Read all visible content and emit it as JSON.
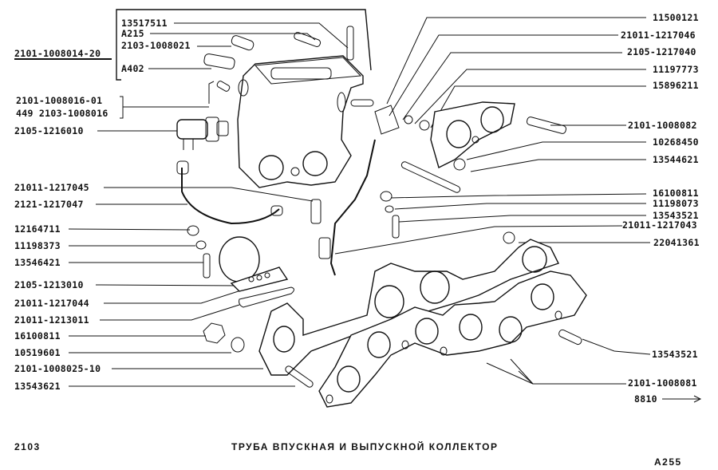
{
  "diagram": {
    "title": "ТРУБА ВПУСКНАЯ И ВЫПУСКНОЙ КОЛЛЕКТОР",
    "model": "2103",
    "sheet_code": "A255",
    "continuation": "8810",
    "left_labels": [
      {
        "id": "assembly",
        "text": "2101-1008014-20"
      },
      {
        "id": "box1",
        "text": "13517511"
      },
      {
        "id": "box2",
        "text": "A215"
      },
      {
        "id": "box3",
        "text": "2103-1008021"
      },
      {
        "id": "box4",
        "text": "A402"
      },
      {
        "id": "pipe1",
        "text": "2101-1008016-01"
      },
      {
        "id": "pipe2",
        "text": "449 2103-1008016"
      },
      {
        "id": "sensor",
        "text": "2105-1216010"
      },
      {
        "id": "l1",
        "text": "21011-1217045"
      },
      {
        "id": "l2",
        "text": "2121-1217047"
      },
      {
        "id": "l3",
        "text": "12164711"
      },
      {
        "id": "l4",
        "text": "11198373"
      },
      {
        "id": "l5",
        "text": "13546421"
      },
      {
        "id": "l6",
        "text": "2105-1213010"
      },
      {
        "id": "l7",
        "text": "21011-1217044"
      },
      {
        "id": "l8",
        "text": "21011-1213011"
      },
      {
        "id": "l9",
        "text": "16100811"
      },
      {
        "id": "l10",
        "text": "10519601"
      },
      {
        "id": "l11",
        "text": "2101-1008025-10"
      },
      {
        "id": "l12",
        "text": "13543621"
      }
    ],
    "right_labels": [
      {
        "id": "r1",
        "text": "11500121"
      },
      {
        "id": "r2",
        "text": "21011-1217046"
      },
      {
        "id": "r3",
        "text": "2105-1217040"
      },
      {
        "id": "r4",
        "text": "11197773"
      },
      {
        "id": "r5",
        "text": "15896211"
      },
      {
        "id": "r6",
        "text": "2101-1008082"
      },
      {
        "id": "r7",
        "text": "10268450"
      },
      {
        "id": "r8",
        "text": "13544621"
      },
      {
        "id": "r9",
        "text": "16100811"
      },
      {
        "id": "r10",
        "text": "11198073"
      },
      {
        "id": "r11",
        "text": "13543521"
      },
      {
        "id": "r12",
        "text": "21011-1217043"
      },
      {
        "id": "r13",
        "text": "22041361"
      },
      {
        "id": "r14",
        "text": "13543521"
      },
      {
        "id": "r15",
        "text": "2101-1008081"
      }
    ]
  }
}
